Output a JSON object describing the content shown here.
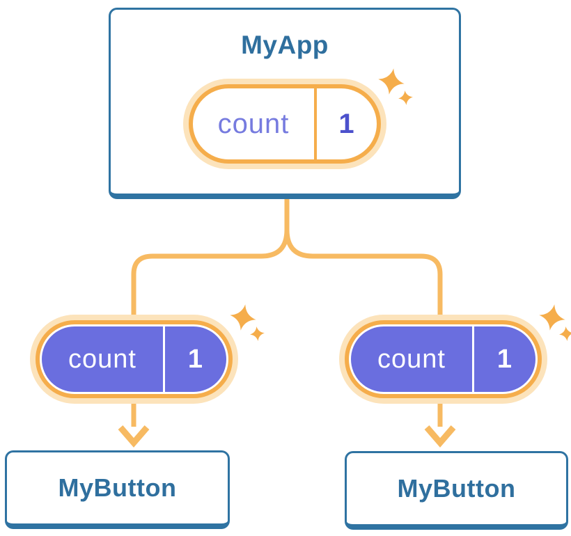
{
  "diagram": {
    "root": {
      "title": "MyApp",
      "state": {
        "name": "count",
        "value": "1"
      }
    },
    "children": [
      {
        "title": "MyButton",
        "state": {
          "name": "count",
          "value": "1"
        }
      },
      {
        "title": "MyButton",
        "state": {
          "name": "count",
          "value": "1"
        }
      }
    ],
    "icons": {
      "sparkle_large": "sparkle-icon",
      "sparkle_small": "sparkle-icon",
      "arrow": "arrow-down-icon"
    }
  },
  "colors": {
    "card_border": "#2F73A2",
    "card_title": "#2F6F9E",
    "glow_peach": "#FCE3BB",
    "ring_orange": "#F5AD4B",
    "line_orange": "#F7BA62",
    "pill_purple": "#6A6EDF",
    "name_purple": "#767BDF",
    "value_purple": "#4C51CC",
    "white": "#FFFFFF"
  }
}
